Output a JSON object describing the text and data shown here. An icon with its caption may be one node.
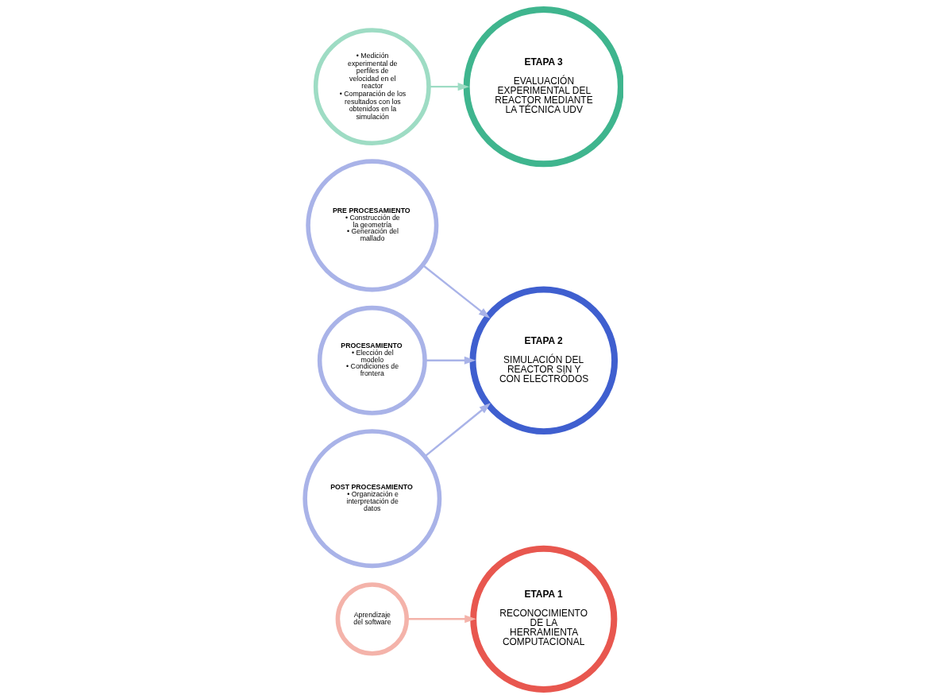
{
  "diagram": {
    "nodes": [
      {
        "text": [
          "ETAPA 1",
          "RECONOCIMIENTO DE LA HERRAMIENTA COMPUTACIONAL"
        ]
      },
      {
        "text": [
          "Aprendizaje del software"
        ]
      },
      {
        "text": [
          "ETAPA 2",
          "SIMULACIÓN DEL REACTOR SIN Y CON ELECTRÓDOS"
        ]
      },
      {
        "text": [
          "PRE PROCESAMIENTO",
          "• Construcción de la geometría",
          "• Generación del mallado"
        ]
      },
      {
        "text": [
          "PROCESAMIENTO",
          "• Elección del modelo",
          "• Condiciones de frontera"
        ]
      },
      {
        "text": [
          "POST PROCESAMIENTO",
          "• Organización e interpretación de datos"
        ]
      },
      {
        "text": [
          "ETAPA 3",
          "EVALUACIÓN EXPERIMENTAL DEL REACTOR MEDIANTE LA TÉCNICA UDV"
        ]
      },
      {
        "text": [
          "• Medición experimental de perfiles de velocidad en el reactor",
          "• Comparación de los resultados con los obtenidos en la simulación"
        ]
      }
    ],
    "edges": [
      {
        "from": 1,
        "to": 0,
        "arrow": "to",
        "color": "#f4b3aa"
      },
      {
        "from": 3,
        "to": 2,
        "arrow": "to",
        "color": "#a9b3e8"
      },
      {
        "from": 4,
        "to": 2,
        "arrow": "to",
        "color": "#a9b3e8"
      },
      {
        "from": 5,
        "to": 2,
        "arrow": "to",
        "color": "#a9b3e8"
      },
      {
        "from": 7,
        "to": 6,
        "arrow": "to",
        "color": "#9edcc4"
      }
    ]
  }
}
